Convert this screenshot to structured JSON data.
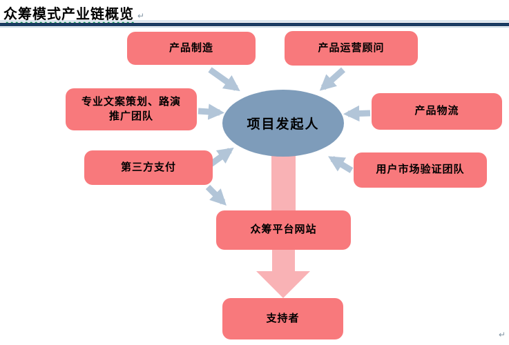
{
  "page": {
    "title": "众筹模式产业链概览",
    "paragraph_mark": "↵"
  },
  "colors": {
    "heading_rule_navy": "#1c3d63",
    "node_pink": "#f8797c",
    "center_ellipse_blue": "#7e9cba",
    "arrow_gray_blue": "#b2c5d8",
    "flow_arrow_pink": "#f9b2b5",
    "squiggle_green": "#019a4a"
  },
  "diagram": {
    "center": {
      "label": "项目发起人"
    },
    "nodes": [
      {
        "id": "product-manufacturing",
        "label": "产品制造"
      },
      {
        "id": "product-operation-consultant",
        "label": "产品运营顾问"
      },
      {
        "id": "copywriting-roadshow-team",
        "label": "专业文案策划、路演\n推广团队"
      },
      {
        "id": "product-logistics",
        "label": "产品物流"
      },
      {
        "id": "third-party-payment",
        "label": "第三方支付"
      },
      {
        "id": "user-market-validation-team",
        "label": "用户市场验证团队"
      },
      {
        "id": "crowdfunding-platform-site",
        "label": "众筹平台网站"
      },
      {
        "id": "supporters",
        "label": "支持者"
      }
    ],
    "edges": [
      "产品制造 → 项目发起人",
      "产品运营顾问 → 项目发起人",
      "专业文案策划、路演推广团队 → 项目发起人",
      "产品物流 → 项目发起人",
      "第三方支付 → 项目发起人",
      "用户市场验证团队 → 项目发起人",
      "第三方支付 → 众筹平台网站",
      "项目发起人 → 众筹平台网站 → 支持者"
    ]
  }
}
